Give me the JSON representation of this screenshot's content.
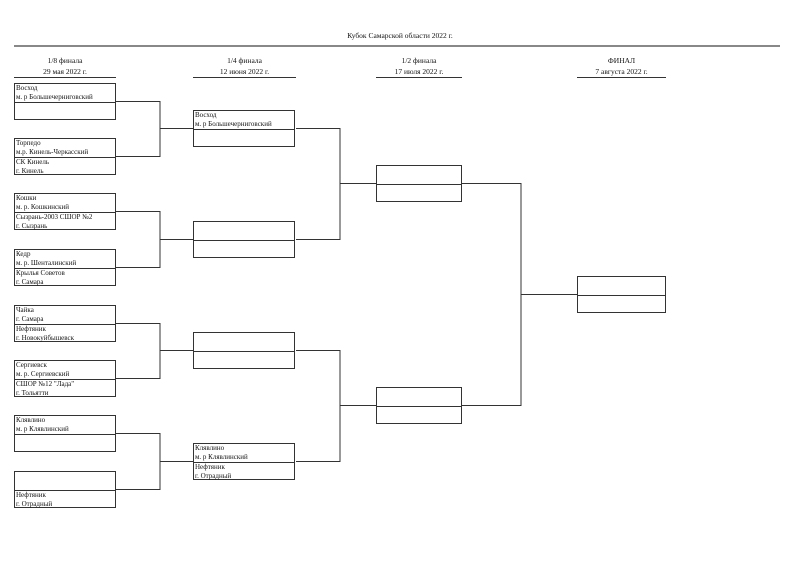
{
  "title": "Кубок Самарской области 2022 г.",
  "rounds": [
    {
      "label": "1/8 финала",
      "date": "29 мая 2022 г.",
      "matches": [
        {
          "top": {
            "name": "Восход",
            "place": "м. р Большечерниговский"
          },
          "bottom": {
            "name": "",
            "place": ""
          }
        },
        {
          "top": {
            "name": "Торпедо",
            "place": "м.р. Кинель-Черкасский"
          },
          "bottom": {
            "name": "СК Кинель",
            "place": "г. Кинель"
          }
        },
        {
          "top": {
            "name": "Кошки",
            "place": "м. р. Кошкинский"
          },
          "bottom": {
            "name": "Сызрань-2003 СШОР №2",
            "place": "г. Сызрань"
          }
        },
        {
          "top": {
            "name": "Кедр",
            "place": "м. р. Шенталинский"
          },
          "bottom": {
            "name": "Крылья Советов",
            "place": "г. Самара"
          }
        },
        {
          "top": {
            "name": "Чайка",
            "place": "г. Самара"
          },
          "bottom": {
            "name": "Нефтяник",
            "place": "г. Новокуйбышевск"
          }
        },
        {
          "top": {
            "name": "Сергиевск",
            "place": "м. р. Сергиевский"
          },
          "bottom": {
            "name": "СШОР №12 \"Лада\"",
            "place": "г. Тольятти"
          }
        },
        {
          "top": {
            "name": "Клявлино",
            "place": "м. р Клявлинский"
          },
          "bottom": {
            "name": "",
            "place": ""
          }
        },
        {
          "top": {
            "name": "",
            "place": ""
          },
          "bottom": {
            "name": "Нефтяник",
            "place": "г. Отрадный"
          }
        }
      ]
    },
    {
      "label": "1/4 финала",
      "date": "12 июня 2022 г.",
      "matches": [
        {
          "top": {
            "name": "Восход",
            "place": "м. р Большечерниговский"
          },
          "bottom": {
            "name": "",
            "place": ""
          }
        },
        {
          "top": {
            "name": "",
            "place": ""
          },
          "bottom": {
            "name": "",
            "place": ""
          }
        },
        {
          "top": {
            "name": "",
            "place": ""
          },
          "bottom": {
            "name": "",
            "place": ""
          }
        },
        {
          "top": {
            "name": "Клявлино",
            "place": "м. р Клявлинский"
          },
          "bottom": {
            "name": "Нефтяник",
            "place": "г. Отрадный"
          }
        }
      ]
    },
    {
      "label": "1/2 финала",
      "date": "17 июля 2022 г.",
      "matches": [
        {
          "top": {
            "name": "",
            "place": ""
          },
          "bottom": {
            "name": "",
            "place": ""
          }
        },
        {
          "top": {
            "name": "",
            "place": ""
          },
          "bottom": {
            "name": "",
            "place": ""
          }
        }
      ]
    },
    {
      "label": "ФИНАЛ",
      "date": "7 августа 2022 г.",
      "matches": [
        {
          "top": {
            "name": "",
            "place": ""
          },
          "bottom": {
            "name": "",
            "place": ""
          }
        }
      ]
    }
  ]
}
